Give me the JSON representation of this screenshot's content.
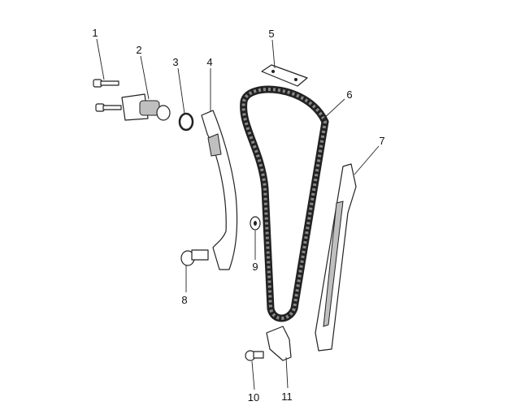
{
  "diagram": {
    "type": "exploded-parts-view",
    "callouts": [
      {
        "number": "1"
      },
      {
        "number": "2"
      },
      {
        "number": "3"
      },
      {
        "number": "4"
      },
      {
        "number": "5"
      },
      {
        "number": "6"
      },
      {
        "number": "7"
      },
      {
        "number": "8"
      },
      {
        "number": "9"
      },
      {
        "number": "10"
      },
      {
        "number": "11"
      }
    ]
  }
}
